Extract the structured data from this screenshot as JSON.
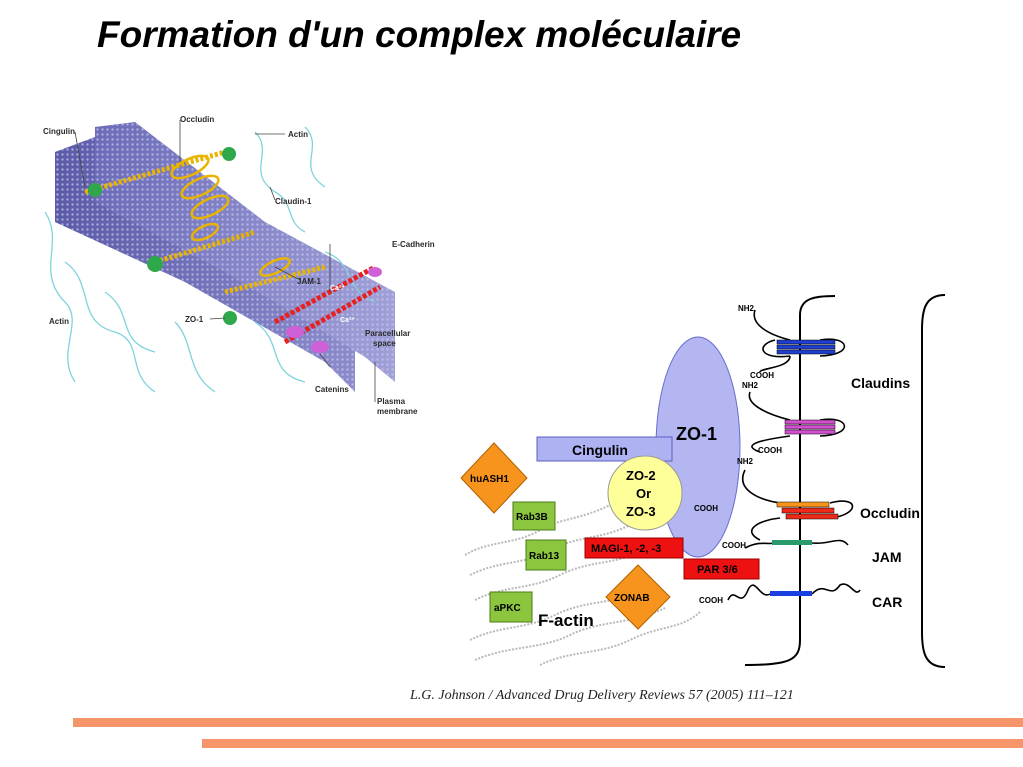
{
  "slide": {
    "title": "Formation d'un complex moléculaire",
    "citation": "L.G. Johnson / Advanced Drug Delivery Reviews 57 (2005) 111–121"
  },
  "illustration": {
    "labels": {
      "cingulin": "Cingulin",
      "occludin": "Occludin",
      "actin_top": "Actin",
      "claudin1": "Claudin-1",
      "ecadherin": "E-Cadherin",
      "jam1": "JAM-1",
      "zo1": "ZO-1",
      "actin_left": "Actin",
      "paracellular1": "Paracellular",
      "paracellular2": "space",
      "catenins": "Catenins",
      "plasma1": "Plasma",
      "plasma2": "membrane",
      "ca1": "Ca²⁺",
      "ca2": "Ca²⁺"
    }
  },
  "schema": {
    "nh2_1": "NH2",
    "cooh_1": "COOH",
    "nh2_2": "NH2",
    "cooh_2": "COOH",
    "nh2_3": "NH2",
    "cooh_3": "COOH",
    "cooh_4": "COOH",
    "cooh_5": "COOH",
    "claudins": "Claudins",
    "occludin": "Occludin",
    "jam": "JAM",
    "car": "CAR",
    "zo1": "ZO-1",
    "cingulin": "Cingulin",
    "zo2_line1": "ZO-2",
    "zo2_line2": "Or",
    "zo2_line3": "ZO-3",
    "huash1": "huASH1",
    "rab3b": "Rab3B",
    "rab13": "Rab13",
    "magi": "MAGI-1, -2, -3",
    "par": "PAR 3/6",
    "apkc": "aPKC",
    "zonab": "ZONAB",
    "factin": "F-actin",
    "colors": {
      "zo1": "#b3b6f0",
      "cingulin": "#aeb2f2",
      "zo2": "#ffff99",
      "green_box": "#8cc63f",
      "red_box": "#ee1111",
      "diamond": "#f7941d",
      "claudin1": "#1f3fcf",
      "claudin2": "#d24fd0",
      "occludin": "#ee2a1a",
      "jam": "#2a9a6a",
      "car": "#1a3fe0"
    }
  }
}
